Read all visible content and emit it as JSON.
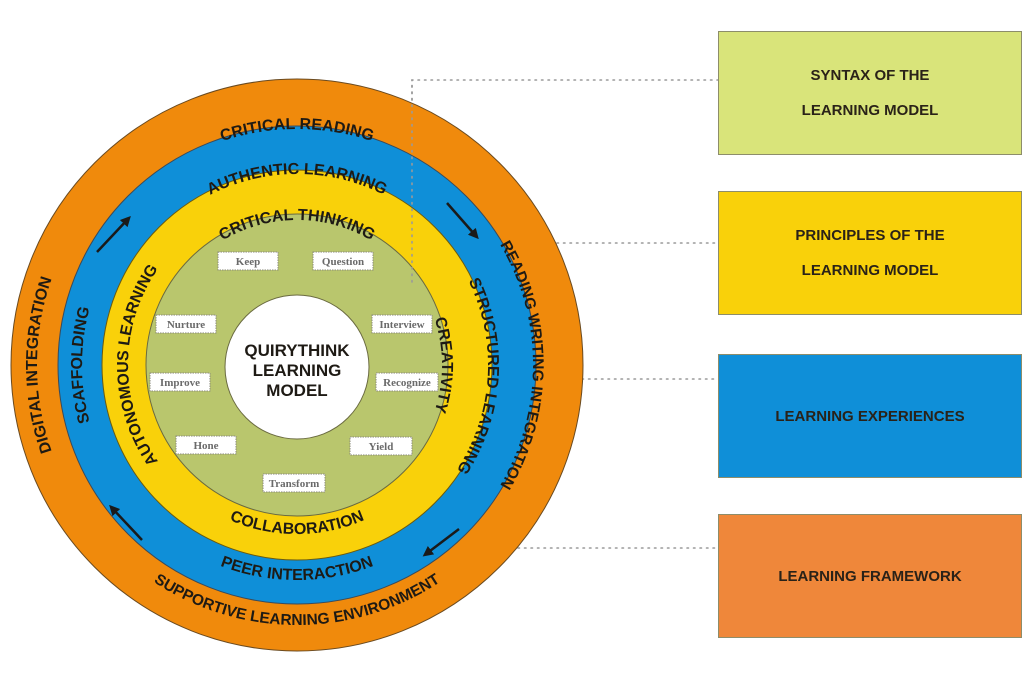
{
  "center": {
    "title_lines": [
      "QUIRYTHINK",
      "LEARNING",
      "MODEL"
    ]
  },
  "syntax_steps": [
    "Keep",
    "Question",
    "Interview",
    "Recognize",
    "Yield",
    "Transform",
    "Hone",
    "Improve",
    "Nurture"
  ],
  "rings": {
    "principles": {
      "color": "#f9d10a",
      "labels": {
        "top": "CRITICAL THINKING",
        "right": "CREATIVITY",
        "bottom": "COLLABORATION",
        "left": "AUTONOMOUS LEARNING"
      }
    },
    "experiences": {
      "color": "#0f8fd8",
      "labels": {
        "top": "AUTHENTIC LEARNING",
        "right": "STRUCTURED LEARNING",
        "bottom": "PEER INTERACTION",
        "left": "SCAFFOLDING"
      }
    },
    "framework": {
      "color": "#f08a0c",
      "labels": {
        "top": "CRITICAL READING",
        "right": "READING WRITING INTEGRATION",
        "bottom": "SUPPORTIVE LEARNING ENVIRONMENT",
        "left": "DIGITAL INTEGRATION"
      }
    },
    "syntax": {
      "color": "#b9c66d"
    },
    "core": {
      "color": "#ffffff"
    }
  },
  "legend": [
    {
      "lines": [
        "SYNTAX OF THE",
        "LEARNING MODEL"
      ],
      "color": "#d9e47a"
    },
    {
      "lines": [
        "PRINCIPLES OF THE",
        "LEARNING MODEL"
      ],
      "color": "#f9d10a"
    },
    {
      "lines": [
        "LEARNING EXPERIENCES"
      ],
      "color": "#0f8fd8"
    },
    {
      "lines": [
        "LEARNING FRAMEWORK"
      ],
      "color": "#ef873a"
    }
  ]
}
